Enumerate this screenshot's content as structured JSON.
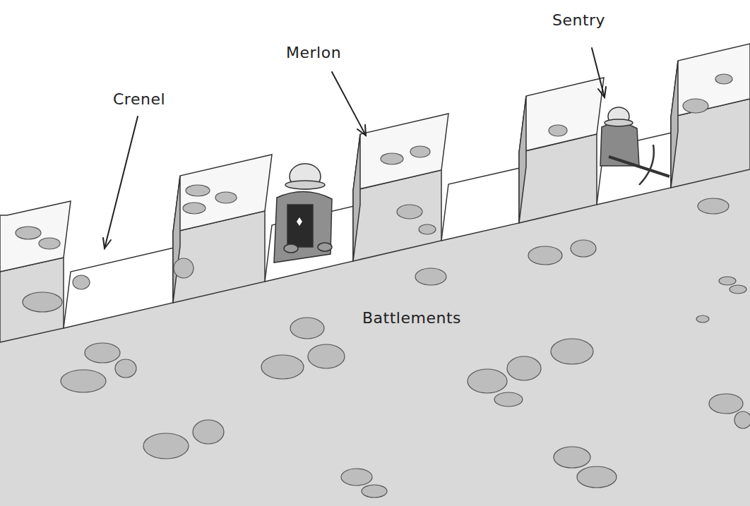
{
  "diagram": {
    "labels": [
      "Crenel",
      "Merlon",
      "Sentry",
      "Battlements"
    ]
  }
}
